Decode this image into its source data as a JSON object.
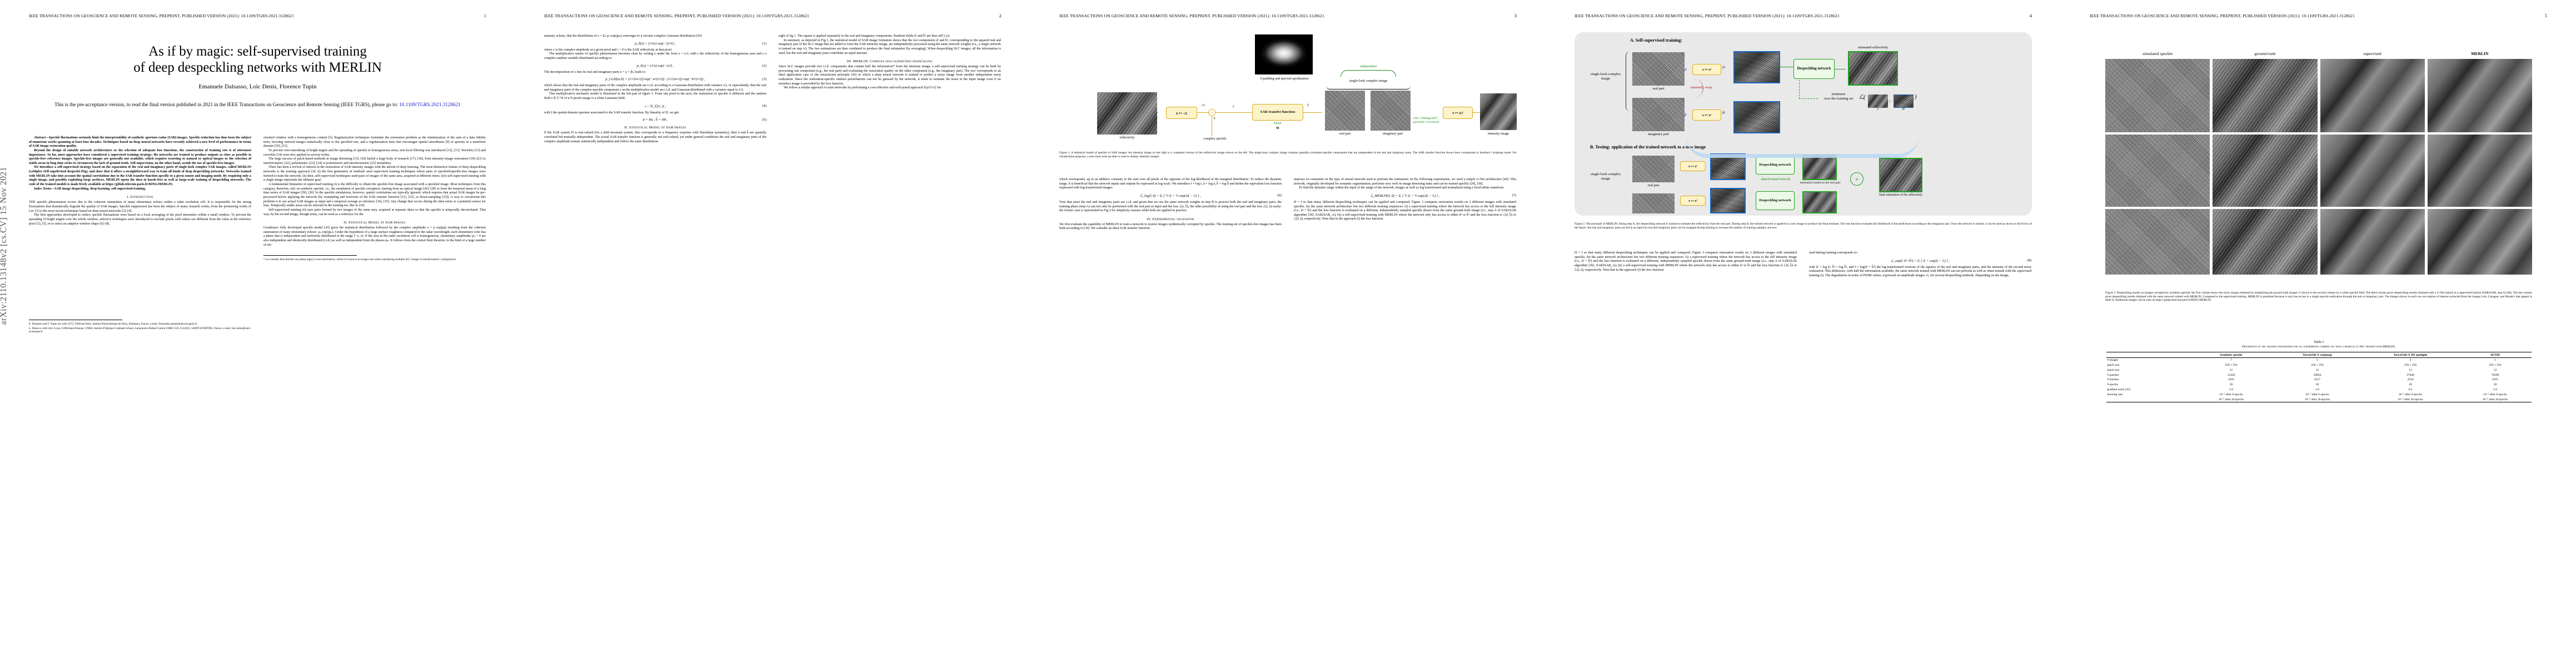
{
  "meta": {
    "running_head": "IEEE TRANSACTIONS ON GEOSCIENCE AND REMOTE SENSING, PREPRINT, PUBLISHED VERSION (2021): 10.1109/TGRS.2021.3128621",
    "arxiv_spine": "arXiv:2110.13148v2  [cs.CV]  15 Nov 2021",
    "page_numbers": [
      "1",
      "2",
      "3",
      "4",
      "5"
    ]
  },
  "title": {
    "line1": "As if by magic: self-supervised training",
    "line2": "of deep despeckling networks with MERLIN",
    "authors": "Emanuele Dalsasso, Loïc Denis, Florence Tupin",
    "prenote_before": "This is the pre-acceptance version, to read the final version published in 2021 in the IEEE Transactions on Geoscience and Remote Sensing (IEEE TGRS), please go to: ",
    "prenote_link": "10.1109/TGRS.2021.3128621"
  },
  "page1": {
    "abstract_label": "Abstract",
    "abstract_p1": "—Speckle fluctuations seriously limit the interpretability of synthetic aperture radar (SAR) images. Speckle reduction has thus been the subject of numerous works spanning at least four decades. Techniques based on deep neural networks have recently achieved a new level of performance in terms of SAR image restoration quality.",
    "abstract_p2": "Beyond the design of suitable network architectures or the selection of adequate loss functions, the construction of training sets is of uttermost importance. So far, most approaches have considered a supervised training strategy: the networks are trained to produce outputs as close as possible to speckle-free reference images. Speckle-free images are generally not available, which requires resorting to natural or optical images or the selection of stable areas in long time series to circumvent the lack of ground truth. Self-supervision, on the other hand, avoids the use of speckle-free images.",
    "abstract_p3": "We introduce a self-supervised strategy based on the separation of the real and imaginary parts of single-look complex SAR images, called MERLIN (coMplex sElf-supeRvised despeckLINg), and show that it offers a straightforward way to train all kinds of deep despeckling networks. Networks trained with MERLIN take into account the spatial correlations due to the SAR transfer function specific to a given sensor and imaging mode. By requiring only a single image, and possibly exploiting large archives, MERLIN opens the door to hassle-free as well as large-scale training of despeckling networks. The code of the trained models is made freely available at https://gitlab.telecom-paris.fr/RING/MERLIN.",
    "index_terms_label": "Index Terms",
    "index_terms": "—SAR image despeckling, deep learning, self-supervised training.",
    "sec1_title": "I.  Introduction",
    "sec1_p1": "THE speckle phenomenon occurs due to the coherent summation of many elementary echoes within a radar resolution cell. It is responsible for the strong fluctuations that dramatically degrade the quality of SAR images. Speckle suppression has been the subject of many research works, from the pioneering works of Lee [1] to the most recent techniques based on deep neural networks [2]–[4].",
    "sec1_p2": "The first approaches developed to reduce speckle fluctuations were based on a local averaging of the pixel intensities within a small window. To prevent the spreading of bright targets over the whole window, selective techniques were introduced to exclude pixels with values too different from the value at the reference pixel [1], [5], or to select an adaptive window shape [6]–[8].",
    "footnote1": "E. Dalsasso and F. Tupin are with LTCI, Télécom Paris, Institut Polytechnique de Paris, Palaiseau, France, e-mail: firstname.name@telecom-paris.fr.",
    "footnote2": "L. Denis is with Univ Lyon, UJM-Saint-Etienne, CNRS, Institut d'Optique Graduate School, Laboratoire Hubert Curien UMR 5516, F-42023, SAINT-ETIENNE, France, e-mail: loic.denis@univ-st-etienne.fr.",
    "col2_p1": "oriented window with a homogeneous content [6]. Regularization techniques formulate the restoration problem as the minimization of the sum of a data fidelity term, favoring restored images statistically close to the speckled one, and a regularization term that encourages spatial smoothness [9] or sparsity in a transform domain [10], [11].",
    "col2_p2": "To prevent over-smoothing of bright targets and the spreading of speckle in homogeneous areas, non-local filtering was introduced [12], [13]. Wavelets [13] and curvelets [14] were also applied in several works.",
    "col2_p3": "The large success of patch-based methods in image denoising [15], [16] fueled a large body of research [17], [18], from intensity-image restoration [19]–[21] to interferometric [22], polarimetric [23], [24] or polarimetric and interferometric [25] modalities.",
    "col2_p4": "There has been a revival of interest in the restoration of SAR intensity images with the advent of deep learning. The most distinctive feature of deep despeckling networks is the training approach [4]: (i) the first generation of methods used supervised training techniques where pairs of speckled/speckle-free images were formed to train the network; (ii) then, self-supervised techniques used pairs of images of the same area, acquired at different times; (iii) self-supervised training with a single image represents the ultimate goal.",
    "col2_p5": "A fundamental limitation of supervised training (i) is the difficulty to obtain the speckle-free image associated with a speckled image. Most techniques from this category, therefore, rely on synthetic speckle, i.e., the simulation of speckle corruption, starting from an optical image [26]–[28] or from the temporal mean of a long time series of SAR images [29], [30]. In the speckle simulations, however, spatial correlations are typically ignored, which requires that actual SAR images be pre-processed before applying the network (by resampling and inversion of the SAR transfer function [31], [32], or down-sampling [33]). A way to circumvent this problem is to use actual SAR images as input and a temporal average as reference [34], [35]. Any change that occurs during the time series is a potential source for bias. Temporally stable areas can be selected in the training set, like in [36].",
    "col2_p6": "Self-supervised training (ii) uses pairs formed by two images of the same area, acquired at separate dates so that the speckle is temporally decorrelated. That way, by the second image, though noisy, can be used as a reference for the",
    "sec2_title": "II.  Statistical Model of SAR Images",
    "sec2_p1": "Goodman's fully developed speckle model [43] gives the statistical distribution followed by the complex amplitude z = ρ exp(jφ) resulting from the coherent summation of many elementary echoes: ρₙ exp(jφₙ). Under the hypothesis of a large surface roughness compared to the radar wavelength, each elementary echo has a phase that is independent and uniformly distributed in the range [−π, π]. If the area in the radar resolution cell is homogeneous, elementary amplitudes ρₙ > 0 are also independent and identically distributed (i.i.d.) as well as independent from the phases φₙ. It follows from the central limit theorem, in the limit of a large number of ele-",
    "footnote_star": "* we consider here that the raw phase arg(z) is non-informative, which of course is no longer true when considering multiple SLC images in interferometric configuration"
  },
  "page2": {
    "c1_p1": "mentary echoes, that the distribution of z = Σₙ ρₙ exp(jφₙ) converges to a circular complex Gaussian distribution [43]:",
    "eq1": "p_Z(z) = (1/πr) exp(−|z|²/r) ,",
    "eq1_tag": "(1)",
    "c1_p2": "where z is the complex amplitude at a given pixel and r > 0 is the SAR reflectivity at that pixel.",
    "c1_p3": "The multiplicative nature of speckle phenomenon becomes clear by writing z under the form z = s√r, with r the reflectivity of the homogeneous area and s a complex random variable distributed according to:",
    "eq2": "p_S(s) = (1/π) exp(−|s|²) ,",
    "eq2_tag": "(2)",
    "c1_p4": "The decomposition of z into its real and imaginary parts z = a + jb, leads to:",
    "eq3": "p_{A,B}(a,b) = (1/√(πr/2)) exp(−a²/(r/2)) · (1/√(πr/2)) exp(−b²/(r/2)) ,",
    "eq3_tag": "(3)",
    "c1_p5": "which shows that the real and imaginary parts of the complex amplitude are i.i.d. according to a Gaussian distribution with variance r/2, or equivalently, that the real and imaginary parts of the complex-speckle component s on the multiplicative model are i.i.d. and Gaussian-distributed with a variance equal to 1/2.",
    "c1_p6": "This multiplicative stochastic model is illustrated in the left part of figure 1. From one pixel to the next, the realization of speckle is different and the random field s ∈ ℂ^N of a N pixels image is a white Gaussian field:",
    "eq4": "s ~ ℕ_ℂ(0, I) ,",
    "eq4_tag": "(4)",
    "c1_p7": "with I the spatial-domain operator associated to the SAR transfer function. By linearity of H, we get:",
    "eq5": "ã = Ha ,        b̃ = Hb ,",
    "eq5_tag": "(5)",
    "c1_p8": "If the SAR system H is real-valued (for a shift-invariant system, this corresponds to a frequency response with Hermitian symmetry), then ã and b̃ are spatially correlated but mutually independent. The actual SAR transfer function is generally not real-valued, yet under general conditions the real and imaginary parts of the complex amplitude remain statistically independent and follow the same distribution.",
    "c2_p1": "right of fig 1. The square is applied separately to the real and imaginary components. Random fields ã² and b̃² are thus still i.i.d.",
    "c2_p2": "In summary, as depicted in Fig 1, the statistical model of SAR image formation shows that the two components ã² and b̃², corresponding to the squared real and imaginary part of the SLC image that are added to form the SAR intensity image, are independently processed using the same network weights (i.e., a single network is trained on step A). The two estimations are then combined to produce the final estimation (by averaging). When despeckling SLC images, all the information is used, but the real and imaginary parts contribute an equal amount.",
    "sec_title": "III.  MERLIN: Complex self-supervised despeckling",
    "c2_p3": "Since SLC images provide two i.i.d. components that contain half the information* from the intensity image, a self-supervised training strategy can be built by processing one component (e.g., the real part) and evaluating the restoration quality on the other component (e.g., the imaginary part). The two corresponds to an ideal application case of the noise2noise principle [42] in which a deep neural network is trained to predict a noisy image from another independent noisy realization. Since the realization-specific random perturbations can not be guessed by the network, it tends to estimate the noise in the input image even if no noiseless image is provided by the loss function.",
    "c2_p4": "We follow a similar approach to train networks by performing a cost-effective and well-posed approach E[a²]=r/2 for",
    "fig1_cap_label": "Figure 1.",
    "fig1_cap": "A statistical model of speckle in SAR images: the intensity image on the right is a computed version of the reflectivity image shown on the left. The single-look complex image contains spatially-correlated speckle components that are independent in the real and imaginary parts. The SAR transfer function shown here corresponds to Sentinel-1 stripmap mode. For visualization purposes, a zero-lines look-up table is used to display intensity images.",
    "labels": {
      "reflectivity": "reflectivity",
      "sqrt_map": "x ↦ √x",
      "complex_speckle": "complex speckle",
      "apodization": "0-padding and spectral apodization",
      "sar_transfer": "SAR transfer function",
      "linear": "linear",
      "H": "H",
      "slc": "single-look complex image",
      "independent": "independent",
      "real_part": "real part",
      "imag_part": "imaginary part",
      "intensity": "intensity image",
      "sum_sq": "x ↦ |x|²",
      "z": "z",
      "ztilde": "z̃",
      "s": "s",
      "sqrt_r": "√r",
      "dist": "𝒩(0, ½Hdiag(r)Hᴴ)",
      "spatially": "(spatially correlated)"
    }
  },
  "page3": {
    "c1_p1": "which corresponds, up to an additive constant, to the sum over all pixels of the opposite of the log-likelihood of the marginal distribution. To reduce the dynamic range, it is beneficial that the network inputs and outputs be expressed in log-scale. We introduce r̃ = log r, ã = log ã, b̃ = log b̃ and define the equivalent loss function expressed with log-transformed images:",
    "eq6": "ℒ_log(r̃, ã) = Σᵢ [ ½ ãᵢ + ½ exp(2ãᵢ − r̃ᵢ) ]  ,",
    "eq6_tag": "(6)",
    "c1_p2": "Note that since the real and imaginary parts are i.i.d. and given that we use the same network weights in step B to process both the real and imaginary parts, the training phase (step A) can not only be performed with the real part as input and the loss ℒ(r, b̃), the other possibility of using the real part and the loss ℒ(r, ã) easily: the former case is represented in Fig 2 for simplicity reasons while both are applied in practice.",
    "sec4_title": "IV.  Experimental validation",
    "c1_p3": "We first evaluate the capability of MERLIN to train a network to restore images synthetically corrupted by speckle. The training set of speckle-free images has been built according to [30]. We consider an ideal SAR transfer function:",
    "c2_p1": "imposes no constraint on the type of neural network used to perform the estimation. In the following experiments, we used a simple U-Net architecture [44]. This network, originally developed for semantic segmentation, performs very well on image denoising tasks and can be trained quickly [29], [36].",
    "c2_p2": "To find the dynamic range within the input of the range of the network, images as well as log transformed and normalized using a fixed affine transform.",
    "eq7": "ℒ_MERLIN(r̃, ã) = Σᵢ [ ½ ãᵢ + ½ exp(2ãᵢ − r̃ᵢ) ]  ,",
    "eq7_tag": "(7)",
    "c2_p3": "H = I so that many different despeckling techniques can be applied and compared. Figure 3 compares restoration results on 3 different images with simulated speckle, for the same network architecture but two different training sequences: (i) a supervised training where the network has access to the full intensity image (i.e., ã² + b̃²) and the loss function is evaluated on a different, independently sampled speckle drawn from the same ground-truth image (i.e., step A of SAR2SAR algorithm [36], SAR2SAR_A); (ii) a self-supervised training with MERLIN where the network only has access to either ã² or b̃² and the loss function is ℒ(r̃, b̃) or ℒ(r̃, ã), respectively. Note that in the approach (i) the loss function",
    "fig2_cap_label": "Figure 2.",
    "fig2_cap": "The principle of MERLIN: during step A, the despeckling network is trained to estimate the reflectivity from the real part. During step B, the trained network is applied to a new image to produce the final estimate. The loss function evaluates the likelihood of the predictions according to the imaginary part. Once the network is trained, it can be used as shown in the B box of the figure: the real and imaginary parts are fed in as input but real and imaginary parts can be swapped during training to increase the number of training samples, see text.",
    "labels": {
      "sec_a": "A. Self-supervised training:",
      "sec_b": "B. Testing: application of the trained network to a new image",
      "slc": "single-look complex image",
      "real_part": "real part",
      "imag_part": "imaginary part",
      "randomly_swap": "randomly swap",
      "sq_map": "x ↦ x²",
      "despeckling_network": "Despeckling network",
      "estimated_reflectivity": "estimated reflectivity",
      "minimize": "minimize",
      "over_training_set": "over the training set",
      "trained_network": "shared trained network",
      "estimation_real": "estimation based on the real part",
      "estimation_imag": "estimation based on the imaginary part",
      "final_estimation": "final estimation of the reflectivity",
      "a_t": "ã",
      "b_t": "b̃",
      "a2": "ã²",
      "b2": "b̃²",
      "r_t": "r̃"
    }
  },
  "page4": {
    "c1_p1": "H = I so that many different despeckling techniques can be applied and compared. Figure 3 compares restoration results on 3 different images with simulated speckle, for the same network architecture but two different training sequences: (i) a supervised training where the network has access to the full intensity image (i.e., ã² + b̃²) and the loss function is evaluated on a different, independently sampled speckle drawn from the same ground-truth image (i.e., step A of SAR2SAR algorithm [36], SAR2SAR_A); (ii) a self-supervised training with MERLIN where the network only has access to either ã² or b̃² and the loss function is ℒ(r̃, b̃) or ℒ(r̃, ã), respectively. Note that in the approach (i) the loss function",
    "c2_p1": "used during training corresponds to:",
    "eq8": "ℒ_sup(r̃, ã²+b̃²) = Σᵢ [ ãᵢ + exp(ãᵢ − r̃ᵢ) ]  ,",
    "eq8_tag": "(8)",
    "c2_p2": "with ã² = log ã², b̃² = log b̃², and r̃ = log(ã² + b̃²) the log-transformed versions of the squares of the real and imaginary parts, and the intensity of the second noisy realization. This difference, with half the information available, the same network trained with MERLIN can not perform as well as when trained with the supervised training (i). The degradation in terms of PSNR values, expressed on amplitude images √r, for several despeckling methods. Depending on the image,",
    "table1_title": "Table I",
    "table1_caption": "Description of the training parameters for all experiments carried out with a residual U-Net trained with MERLIN.",
    "table1_headers": [
      "",
      "Synthetic speckle",
      "TerraSAR-X stripmap",
      "TerraSAR-X HS spotlight",
      "SETHI"
    ],
    "table1_rows": [
      [
        "# images",
        "7",
        "3",
        "4",
        "1"
      ],
      [
        "patch size",
        "256 × 256",
        "256 × 256",
        "256 × 256",
        "256 × 256"
      ],
      [
        "batch size",
        "12",
        "12",
        "12",
        "12"
      ],
      [
        "# patches",
        "12420",
        "50604",
        "27048",
        "76260"
      ],
      [
        "# batches",
        "1035",
        "4217",
        "2254",
        "6355"
      ],
      [
        "# epochs",
        "30",
        "30",
        "30",
        "30"
      ],
      [
        "gradient norm [45]",
        "1.0",
        "1.0",
        "0.5",
        "1.0"
      ],
      [
        "learning rate",
        "10⁻³ after 6 epochs",
        "10⁻³ after 6 epochs",
        "10⁻³ after 6 epochs",
        "10⁻³ after 6 epochs"
      ],
      [
        "",
        "10⁻⁴ after 20 epochs",
        "10⁻⁴ after 20 epochs",
        "10⁻⁴ after 20 epochs",
        "10⁻⁴ after 20 epochs"
      ]
    ],
    "fig3_cap_label": "Figure 3.",
    "fig3_cap": "Despeckling results on images corrupted by synthetic speckle: the first column shows the noisy images obtained by multiplying the ground truth images √r shown in the second column by a white speckle field. The third column gives despeckling results obtained with a U-Net trained in a supervised fashion (SAR2SAR, step A [36]). The last column gives despeckling results obtained with the same network trained with MERLIN. Compared to the supervised training, MERLIN is penalized because it only has access to a single speckle realization through the real or imaginary part. The images shown in each row are regions of interest extracted from the images Lely, Limagne, and Marais1 that appear in table II. Additional images can be seen on https://gitlab.telecom-paris.fr/RING/MERLIN.",
    "img_columns": [
      "simulated speckle",
      "ground truth",
      "supervised",
      "MERLIN"
    ]
  }
}
